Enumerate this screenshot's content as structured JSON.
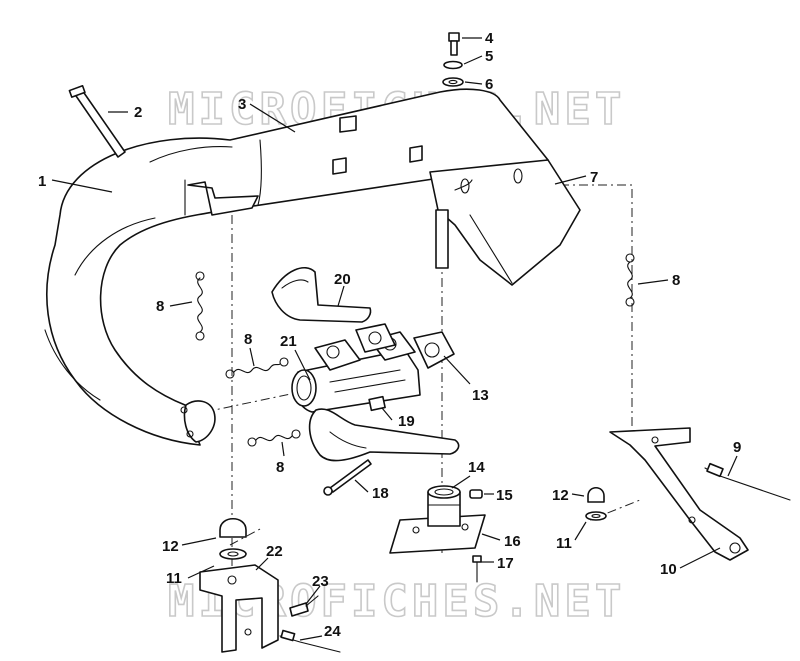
{
  "watermark": {
    "text": "MICROFICHES.NET",
    "color": "#c9c9c9"
  },
  "callouts": [
    "1",
    "2",
    "3",
    "4",
    "5",
    "6",
    "7",
    "8",
    "8",
    "8",
    "8",
    "9",
    "10",
    "11",
    "11",
    "12",
    "12",
    "13",
    "14",
    "15",
    "16",
    "17",
    "18",
    "19",
    "20",
    "21",
    "22",
    "23",
    "24"
  ],
  "colors": {
    "line": "#111111",
    "background": "#ffffff"
  }
}
